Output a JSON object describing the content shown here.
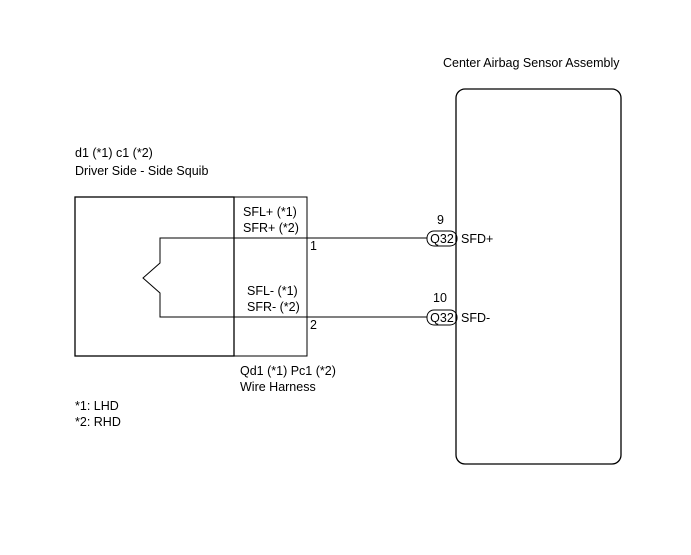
{
  "assembly": {
    "title": "Center Airbag Sensor Assembly"
  },
  "squib": {
    "code_line": "d1 (*1) c1 (*2)",
    "name": "Driver Side - Side Squib"
  },
  "harness": {
    "code_line": "Qd1 (*1) Pc1 (*2)",
    "name": "Wire Harness"
  },
  "circuit_top": {
    "label_line1": "SFL+ (*1)",
    "label_line2": "SFR+ (*2)",
    "harness_pin": "1",
    "ecu_pin": "9",
    "connector": "Q32",
    "terminal": "SFD+"
  },
  "circuit_bottom": {
    "label_line1": "SFL- (*1)",
    "label_line2": "SFR- (*2)",
    "harness_pin": "2",
    "ecu_pin": "10",
    "connector": "Q32",
    "terminal": "SFD-"
  },
  "notes": {
    "lhd": "*1: LHD",
    "rhd": "*2: RHD"
  }
}
